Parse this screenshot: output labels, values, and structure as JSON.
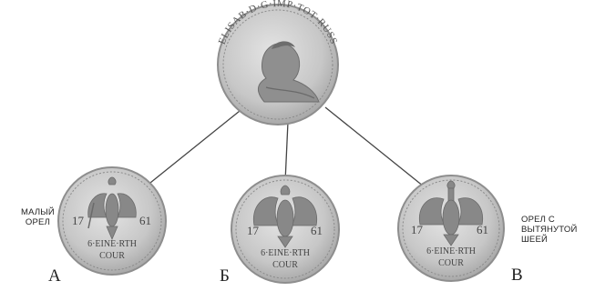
{
  "top_coin": {
    "legend": "ELISAB·D·G·IMP·TOT·RUSS"
  },
  "coins": [
    {
      "letter": "А",
      "year_left": "17",
      "year_right": "61",
      "value_line": "6·EINE·RTH",
      "currency": "COUR"
    },
    {
      "letter": "Б",
      "year_left": "17",
      "year_right": "61",
      "value_line": "6·EINE·RTH",
      "currency": "COUR"
    },
    {
      "letter": "В",
      "year_left": "17",
      "year_right": "61",
      "value_line": "6·EINE·RTH",
      "currency": "COUR"
    }
  ],
  "annotations": {
    "left": [
      "МАЛЫЙ",
      "ОРЕЛ"
    ],
    "right": [
      "ОРЕЛ С",
      "ВЫТЯНУТОЙ",
      "ШЕЕЙ"
    ]
  },
  "colors": {
    "coin_fill": "#c9c9c9",
    "coin_rim": "#9a9a9a",
    "coin_dark": "#6b6b6b",
    "connector": "#444444"
  }
}
